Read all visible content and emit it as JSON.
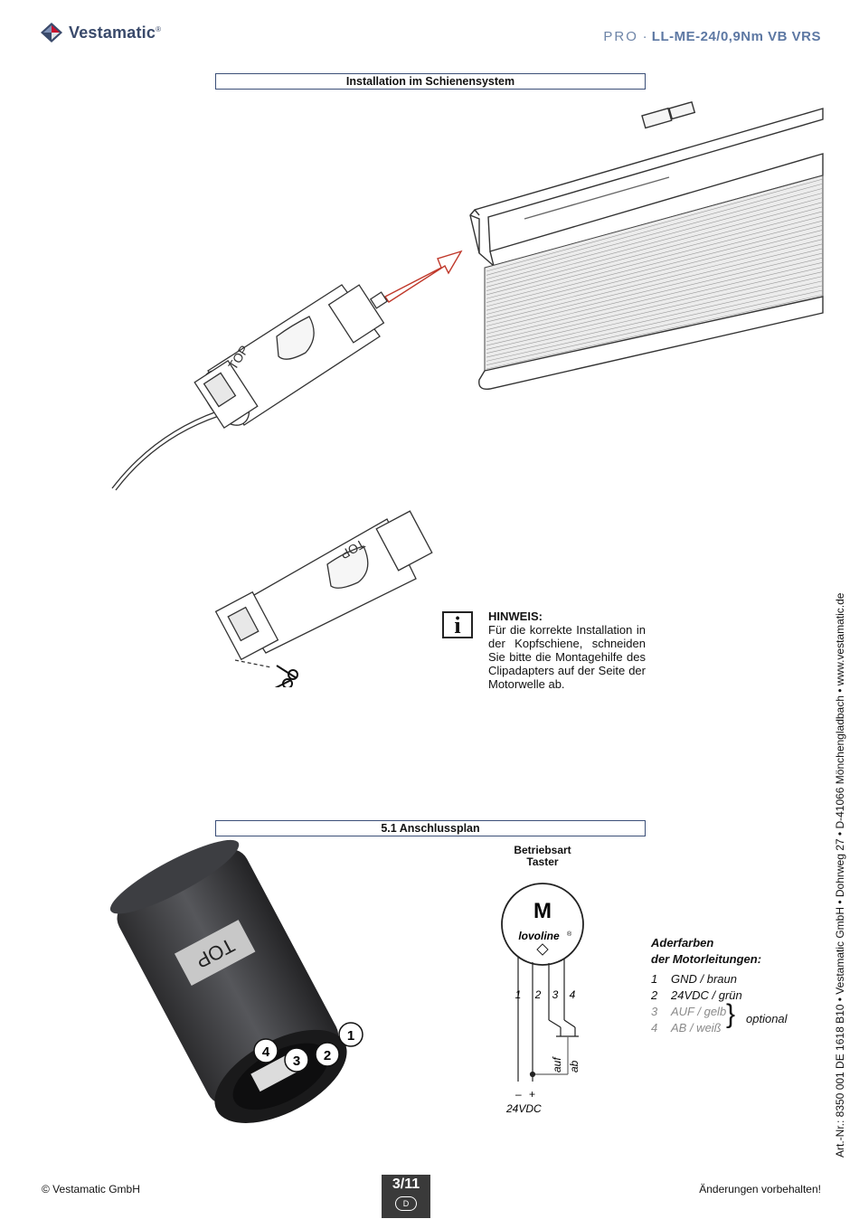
{
  "header": {
    "brand": "Vestamatic",
    "brand_mark": "®",
    "product_prefix": "PRO",
    "product_separator": "·",
    "product_model": "LL-ME-24/0,9Nm VB VRS"
  },
  "section_install": {
    "title": "Installation im Schienensystem"
  },
  "illustration_labels": {
    "top_label_1": "TOP",
    "top_label_2": "TOP"
  },
  "hint": {
    "title": "HINWEIS:",
    "body": "Für die korrekte Installation in der Kopfschiene, schneiden Sie bitte die Montagehilfe des Clipadapters auf der Seite der Motorwelle ab.",
    "icon": "info-icon"
  },
  "section_wiring": {
    "title": "5.1 Anschlussplan"
  },
  "photo_labels": {
    "top_label": "TOP",
    "pin_1": "1",
    "pin_2": "2",
    "pin_3": "3",
    "pin_4": "4"
  },
  "diagram": {
    "mode_line1": "Betriebsart",
    "mode_line2": "Taster",
    "motor_letter": "M",
    "motor_brand": "lovoline",
    "motor_brand_mark": "®",
    "wire_numbers": [
      "1",
      "2",
      "3",
      "4"
    ],
    "switch_up": "auf",
    "switch_down": "ab",
    "minus": "–",
    "plus": "+",
    "supply": "24VDC"
  },
  "wire_colors": {
    "title_line1": "Aderfarben",
    "title_line2": "der Motorleitungen:",
    "items": [
      {
        "num": "1",
        "label": "GND / braun"
      },
      {
        "num": "2",
        "label": "24VDC / grün"
      },
      {
        "num": "3",
        "label": "AUF / gelb"
      },
      {
        "num": "4",
        "label": "AB / weiß"
      }
    ],
    "optional_label": "optional"
  },
  "footer": {
    "copyright": "© Vestamatic GmbH",
    "page": "3/11",
    "lang": "D",
    "notice": "Änderungen vorbehalten!"
  },
  "side": {
    "text": "Art.-Nr.: 8350 001 DE 1618 B10  •  Vestamatic GmbH  •  Dohrweg 27  •  D-41066 Mönchengladbach  •  www.vestamatic.de"
  },
  "colors": {
    "accent": "#3b4f78",
    "brand_red": "#c8102e",
    "brand_blue": "#3a4a6b"
  }
}
